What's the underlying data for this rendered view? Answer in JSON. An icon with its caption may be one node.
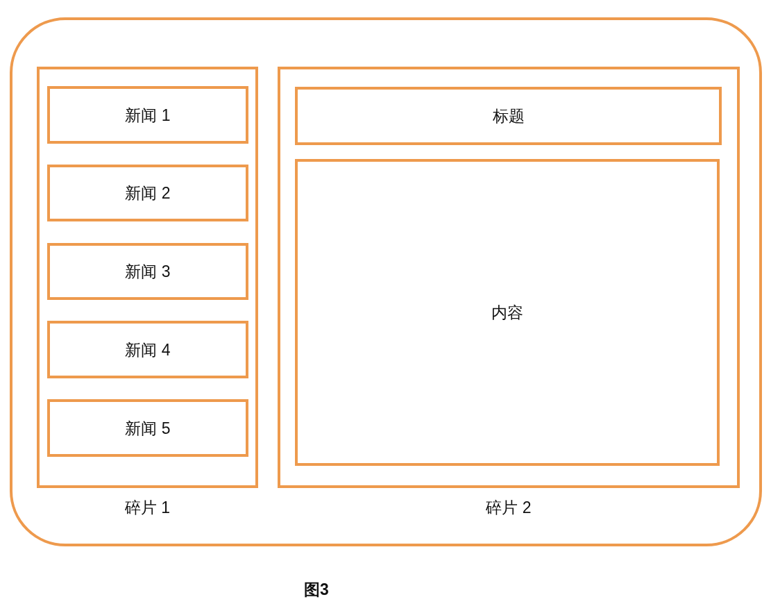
{
  "diagram": {
    "caption": "图3",
    "nodes": [
      {
        "text": [],
        "shape": "box"
      },
      {
        "text": [
          "碎片 1"
        ],
        "in": 0
      },
      {
        "text": [
          "新闻 1"
        ],
        "in": 1
      },
      {
        "text": [
          "新闻 2"
        ],
        "in": 1
      },
      {
        "text": [
          "新闻 3"
        ],
        "in": 1
      },
      {
        "text": [
          "新闻 4"
        ],
        "in": 1
      },
      {
        "text": [
          "新闻 5"
        ],
        "in": 1
      },
      {
        "text": [
          "碎片 2"
        ],
        "in": 0
      },
      {
        "text": [
          "标题"
        ],
        "in": 7
      },
      {
        "text": [
          "内容"
        ],
        "in": 7
      }
    ]
  }
}
